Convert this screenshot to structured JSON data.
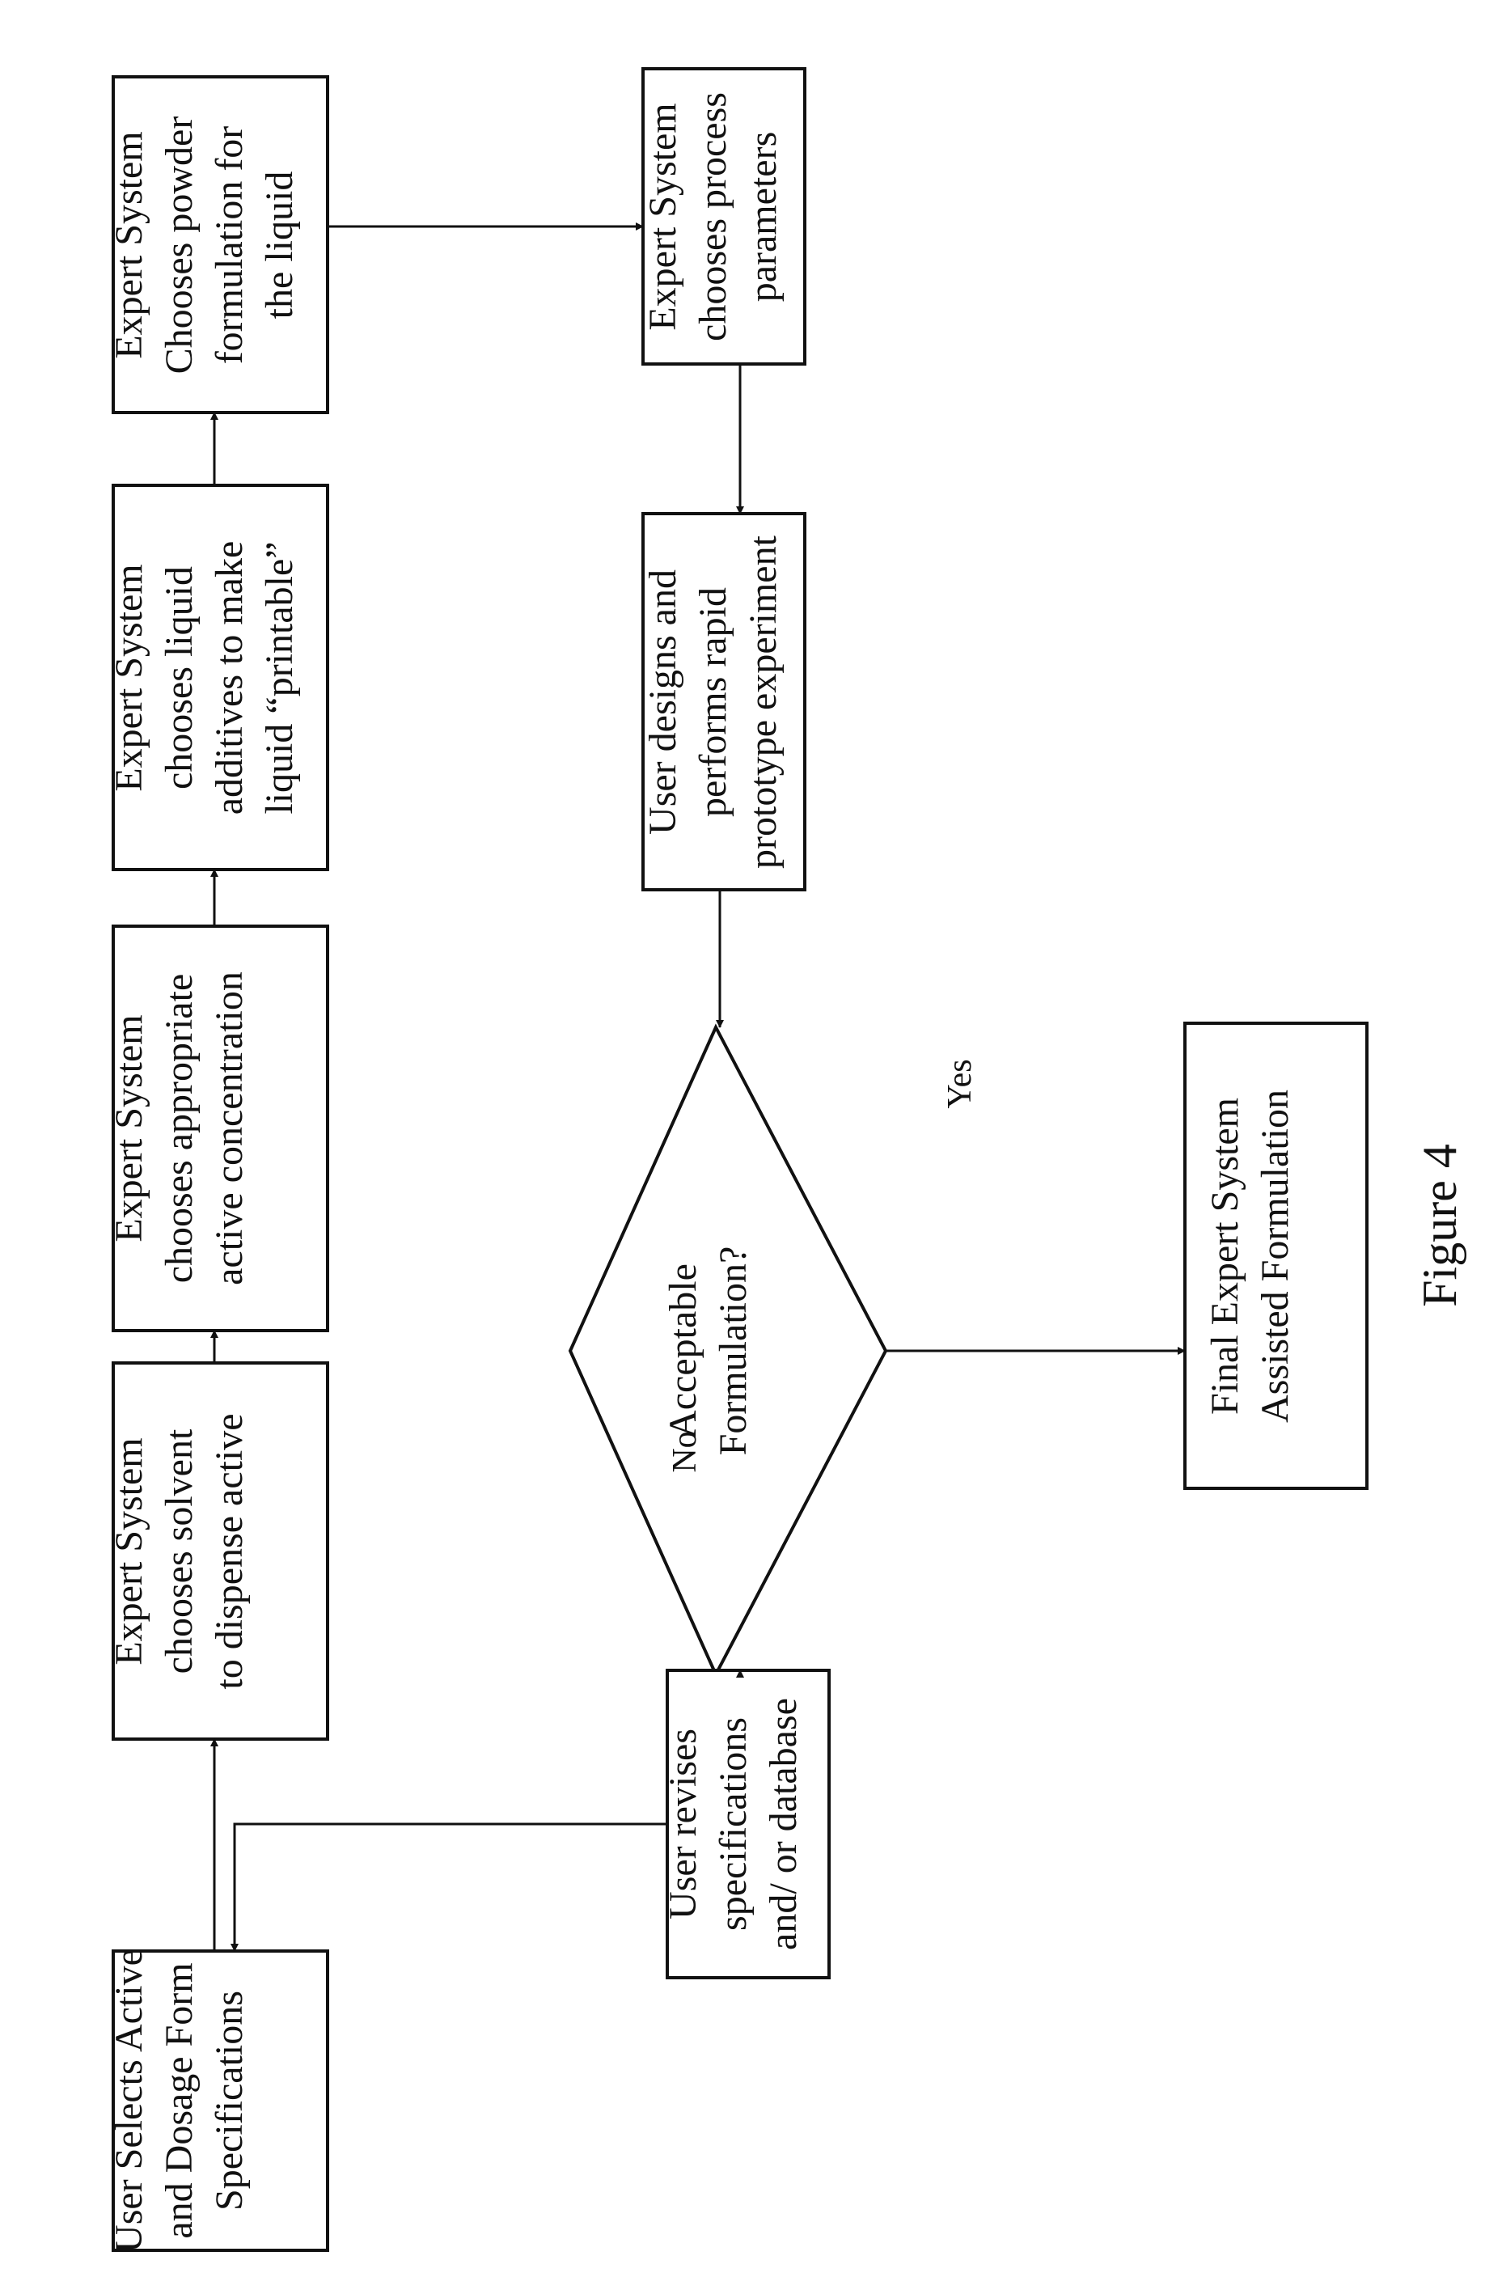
{
  "figure": {
    "caption": "Figure 4"
  },
  "nodes": {
    "user_selects": {
      "lines": [
        "User Selects Active",
        "and Dosage Form",
        "Specifications"
      ]
    },
    "chooses_solvent": {
      "lines": [
        "Expert System",
        "chooses solvent",
        "to dispense active"
      ]
    },
    "chooses_concentration": {
      "lines": [
        "Expert System",
        "chooses appropriate",
        "active concentration"
      ]
    },
    "chooses_additives": {
      "lines": [
        "Expert System",
        "chooses liquid",
        "additives to make",
        "liquid “printable”"
      ]
    },
    "chooses_powder": {
      "lines": [
        "Expert System",
        "Chooses powder",
        "formulation for",
        "the liquid"
      ]
    },
    "chooses_process": {
      "lines": [
        "Expert System",
        "chooses process",
        "parameters"
      ]
    },
    "user_designs": {
      "lines": [
        "User designs and",
        "performs rapid",
        "prototype experiment"
      ]
    },
    "decision": {
      "lines": [
        "Acceptable",
        "Formulation?"
      ]
    },
    "final": {
      "lines": [
        "Final Expert System",
        "Assisted Formulation"
      ]
    },
    "user_revises": {
      "lines": [
        "User revises",
        "specifications",
        "and/ or database"
      ]
    }
  },
  "edges": {
    "yes_label": "Yes",
    "no_label": "No"
  }
}
